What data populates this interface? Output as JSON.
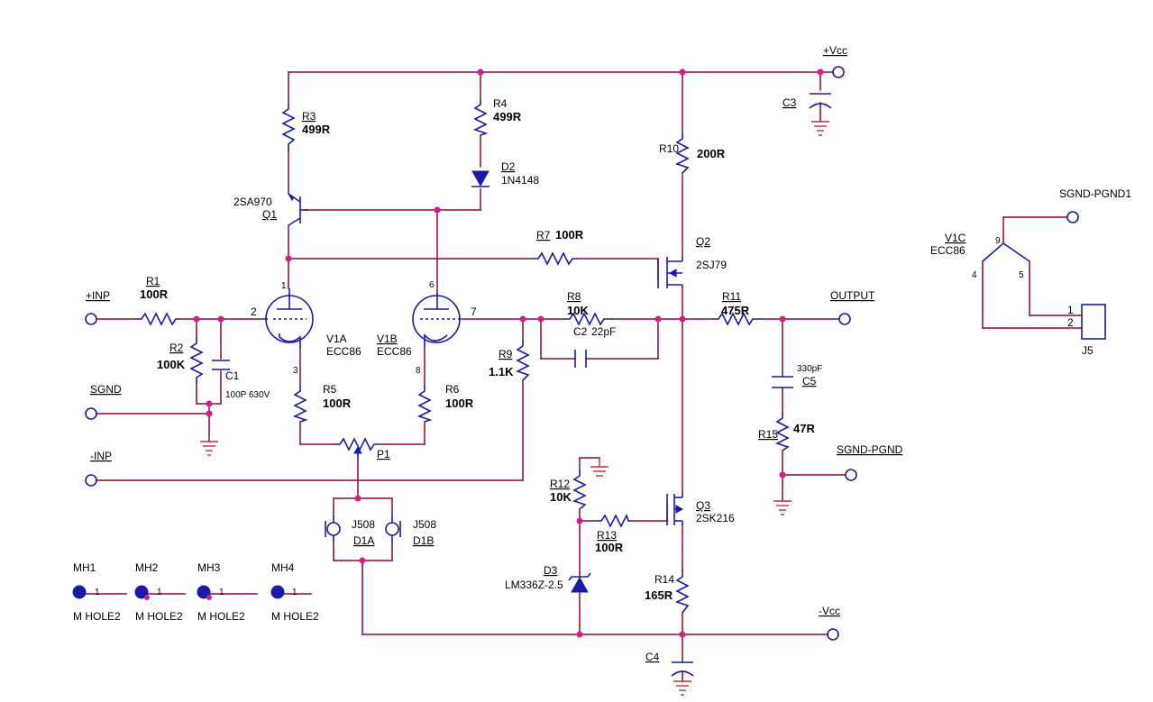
{
  "ports": {
    "vcc_pos": "+Vcc",
    "vcc_neg": "-Vcc",
    "inp_pos": "+INP",
    "inp_neg": "-INP",
    "sgnd": "SGND",
    "output": "OUTPUT",
    "sgnd_pgnd": "SGND-PGND",
    "sgnd_pgnd1": "SGND-PGND1"
  },
  "resistors": {
    "r1": {
      "ref": "R1",
      "value": "100R"
    },
    "r2": {
      "ref": "R2",
      "value": "100K"
    },
    "r3": {
      "ref": "R3",
      "value": "499R"
    },
    "r4": {
      "ref": "R4",
      "value": "499R"
    },
    "r5": {
      "ref": "R5",
      "value": "100R"
    },
    "r6": {
      "ref": "R6",
      "value": "100R"
    },
    "r7": {
      "ref": "R7",
      "value": "100R"
    },
    "r8": {
      "ref": "R8",
      "value": "10K"
    },
    "r9": {
      "ref": "R9",
      "value": "1.1K"
    },
    "r10": {
      "ref": "R10",
      "value": "200R"
    },
    "r11": {
      "ref": "R11",
      "value": "475R"
    },
    "r12": {
      "ref": "R12",
      "value": "10K"
    },
    "r13": {
      "ref": "R13",
      "value": "100R"
    },
    "r14": {
      "ref": "R14",
      "value": "165R"
    },
    "r15": {
      "ref": "R15",
      "value": "47R"
    }
  },
  "capacitors": {
    "c1": {
      "ref": "C1",
      "value": "100P 630V"
    },
    "c2": {
      "ref": "C2",
      "value": "22pF"
    },
    "c3": {
      "ref": "C3"
    },
    "c4": {
      "ref": "C4"
    },
    "c5": {
      "ref": "C5",
      "value": "330pF"
    }
  },
  "semis": {
    "q1": {
      "ref": "Q1",
      "value": "2SA970"
    },
    "q2": {
      "ref": "Q2",
      "value": "2SJ79"
    },
    "q3": {
      "ref": "Q3",
      "value": "2SK216"
    },
    "d1a": {
      "ref": "D1A",
      "value": "J508"
    },
    "d1b": {
      "ref": "D1B",
      "value": "J508"
    },
    "d2": {
      "ref": "D2",
      "value": "1N4148"
    },
    "d3": {
      "ref": "D3",
      "value": "LM336Z-2.5"
    }
  },
  "tubes": {
    "v1a": {
      "ref": "V1A",
      "value": "ECC86"
    },
    "v1b": {
      "ref": "V1B",
      "value": "ECC86"
    },
    "v1c": {
      "ref": "V1C",
      "value": "ECC86"
    }
  },
  "pot": {
    "ref": "P1"
  },
  "connector": {
    "ref": "J5"
  },
  "pins": {
    "v1a_plate": "1",
    "v1a_grid": "2",
    "v1a_cathode": "3",
    "v1b_plate": "6",
    "v1b_grid": "7",
    "v1b_cathode": "8",
    "v1c_heater": "9",
    "v1c_left": "4",
    "v1c_right": "5",
    "j5_1": "1",
    "j5_2": "2"
  },
  "mounting_holes": [
    {
      "ref": "MH1",
      "pin": "1",
      "value": "M HOLE2"
    },
    {
      "ref": "MH2",
      "pin": "1",
      "value": "M HOLE2"
    },
    {
      "ref": "MH3",
      "pin": "1",
      "value": "M HOLE2"
    },
    {
      "ref": "MH4",
      "pin": "1",
      "value": "M HOLE2"
    }
  ],
  "colors": {
    "wire": "#8b0a2a",
    "component": "#1a1aa8",
    "junction": "#d81b8a",
    "ground": "#c03030"
  }
}
